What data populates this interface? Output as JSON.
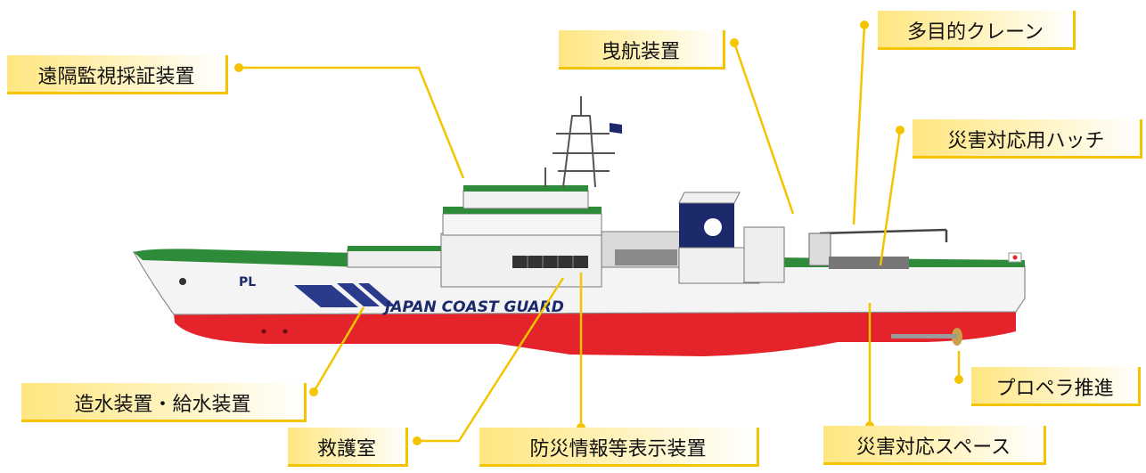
{
  "labels": {
    "remote": "遠隔監視採証装置",
    "towing": "曳航装置",
    "crane": "多目的クレーン",
    "hatch": "災害対応用ハッチ",
    "propeller": "プロペラ推進",
    "water": "造水装置・給水装置",
    "rescue": "救護室",
    "display": "防災情報等表示装置",
    "space": "災害対応スペース"
  },
  "ship": {
    "bow_marking": "PL",
    "hull_text": "JAPAN COAST GUARD"
  },
  "colors": {
    "callout": "#ffe680",
    "line": "#f5c400",
    "hull_red": "#e4232b",
    "deck_green": "#2e8b3a",
    "hull_white": "#f4f4f4",
    "funnel_navy": "#1c2a6b"
  }
}
